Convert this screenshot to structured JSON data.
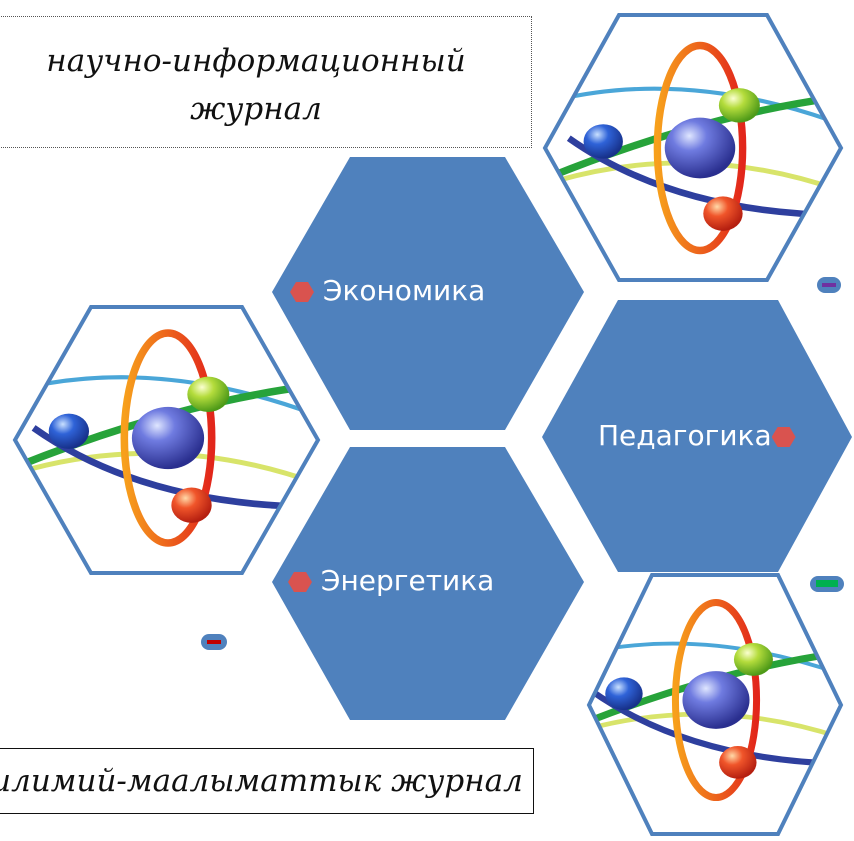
{
  "captions": {
    "top": "научно-информационный журнал",
    "bottom": "илимий-маалыматтык журнал"
  },
  "labels": {
    "economics": "Экономика",
    "pedagogy": "Педагогика",
    "energy": "Энергетика"
  },
  "colors": {
    "hex_fill": "#4f81bd",
    "hex_border": "#4f81bd",
    "bullet": "#d9534f",
    "nucleus": "#4a55c8",
    "ring_orange": "#f26a1b",
    "orbit_green": "#27a33a",
    "orbit_blue": "#2e3f9e",
    "orbit_yellow": "#d8e46a",
    "electron_red": "#e8402a",
    "electron_green": "#9acd32",
    "electron_blue": "#2a5bd7"
  },
  "icons": [
    "atom-icon",
    "hex-bullet-icon"
  ]
}
